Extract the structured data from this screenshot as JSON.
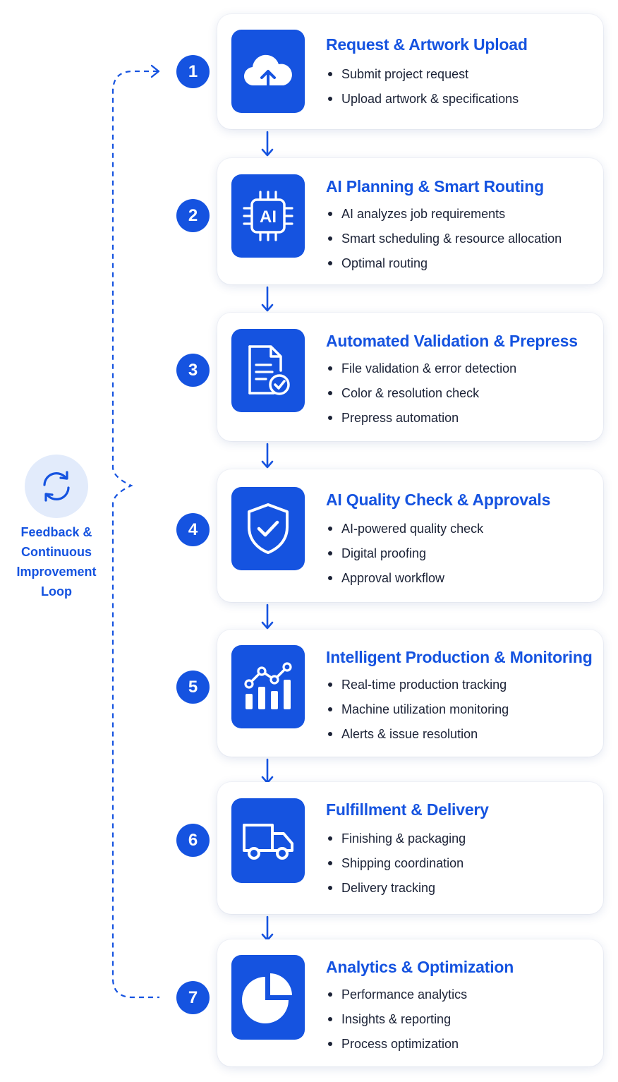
{
  "colors": {
    "accent": "#1553e0",
    "text": "#1b2236",
    "loop_bg": "#e2ebfb"
  },
  "feedback_loop": {
    "label_lines": [
      "Feedback &",
      "Continuous",
      "Improvement",
      "Loop"
    ],
    "icon": "refresh-icon"
  },
  "steps": [
    {
      "number": "1",
      "title": "Request & Artwork Upload",
      "icon": "cloud-upload-icon",
      "bullets": [
        "Submit project request",
        "Upload artwork & specifications"
      ]
    },
    {
      "number": "2",
      "title": "AI Planning & Smart Routing",
      "icon": "ai-chip-icon",
      "icon_text": "AI",
      "bullets": [
        "AI analyzes job requirements",
        "Smart scheduling & resource allocation",
        "Optimal routing"
      ]
    },
    {
      "number": "3",
      "title": "Automated Validation & Prepress",
      "icon": "document-check-icon",
      "bullets": [
        "File validation & error detection",
        "Color & resolution check",
        "Prepress automation"
      ]
    },
    {
      "number": "4",
      "title": "AI Quality Check & Approvals",
      "icon": "shield-check-icon",
      "bullets": [
        "AI-powered quality check",
        "Digital proofing",
        "Approval workflow"
      ]
    },
    {
      "number": "5",
      "title": "Intelligent Production & Monitoring",
      "icon": "bar-chart-trend-icon",
      "bullets": [
        "Real-time production tracking",
        "Machine utilization monitoring",
        "Alerts & issue resolution"
      ]
    },
    {
      "number": "6",
      "title": "Fulfillment & Delivery",
      "icon": "delivery-truck-icon",
      "bullets": [
        "Finishing & packaging",
        "Shipping coordination",
        "Delivery tracking"
      ]
    },
    {
      "number": "7",
      "title": "Analytics & Optimization",
      "icon": "pie-chart-icon",
      "bullets": [
        "Performance analytics",
        "Insights & reporting",
        "Process optimization"
      ]
    }
  ]
}
